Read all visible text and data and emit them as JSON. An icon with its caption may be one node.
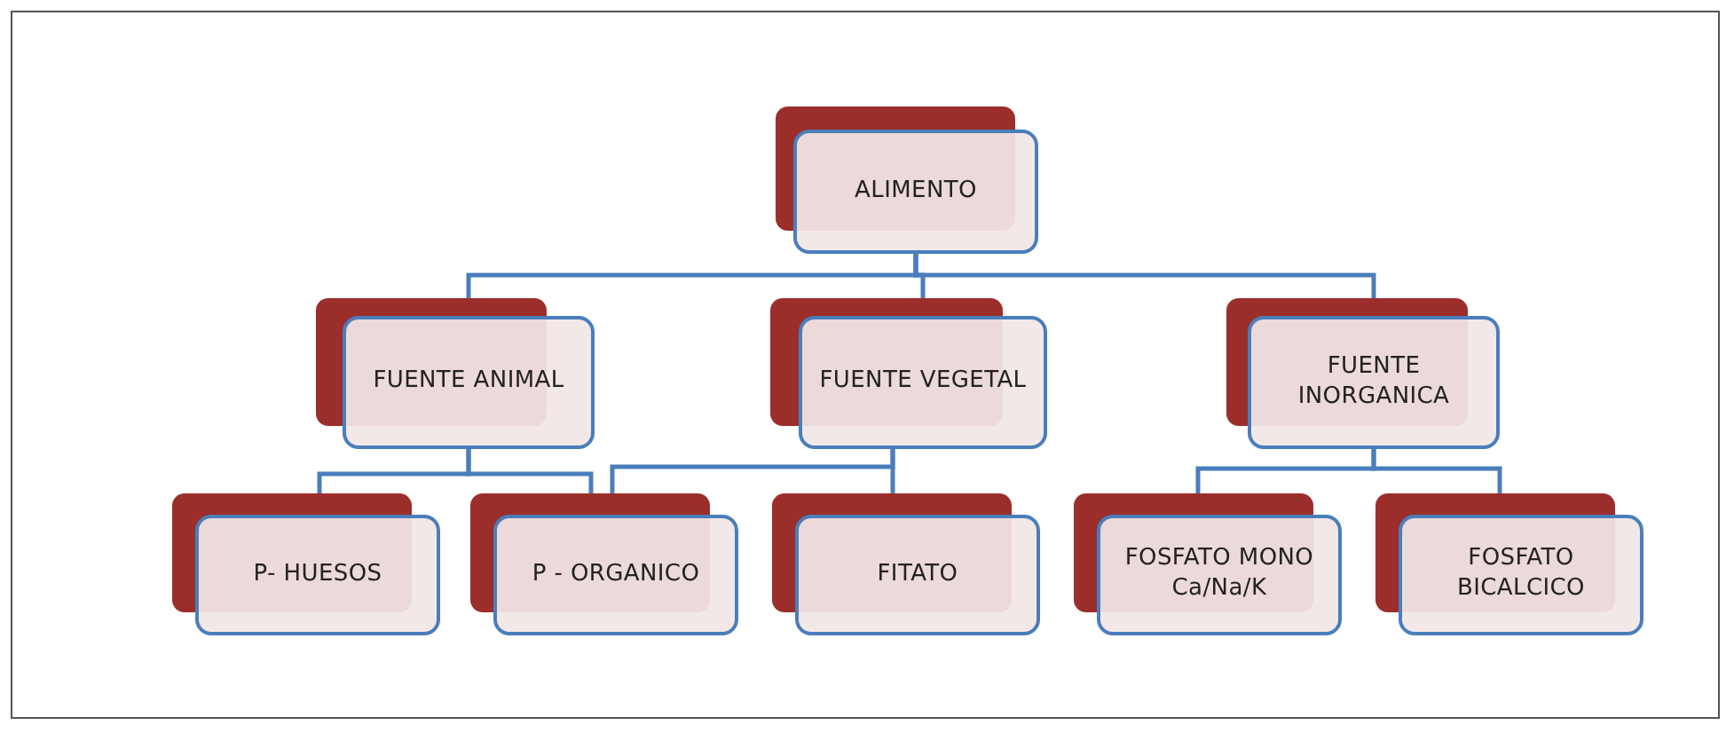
{
  "diagram": {
    "nodes": [
      {
        "text": [
          "ALIMENTO"
        ]
      },
      {
        "text": [
          "FUENTE ANIMAL"
        ]
      },
      {
        "text": [
          "FUENTE VEGETAL"
        ]
      },
      {
        "text": [
          "FUENTE INORGANICA"
        ]
      },
      {
        "text": [
          "P- HUESOS"
        ]
      },
      {
        "text": [
          "P - ORGANICO"
        ]
      },
      {
        "text": [
          "FITATO"
        ]
      },
      {
        "text": [
          "FOSFATO MONO Ca/Na/K"
        ]
      },
      {
        "text": [
          "FOSFATO BICALCICO"
        ]
      }
    ],
    "edges": [
      {
        "from": 0,
        "to": 1,
        "arrow": "none"
      },
      {
        "from": 0,
        "to": 2,
        "arrow": "none"
      },
      {
        "from": 0,
        "to": 3,
        "arrow": "none"
      },
      {
        "from": 1,
        "to": 4,
        "arrow": "none"
      },
      {
        "from": 1,
        "to": 5,
        "arrow": "none"
      },
      {
        "from": 2,
        "to": 5,
        "arrow": "none"
      },
      {
        "from": 2,
        "to": 6,
        "arrow": "none"
      },
      {
        "from": 3,
        "to": 7,
        "arrow": "none"
      },
      {
        "from": 3,
        "to": 8,
        "arrow": "none"
      }
    ]
  }
}
